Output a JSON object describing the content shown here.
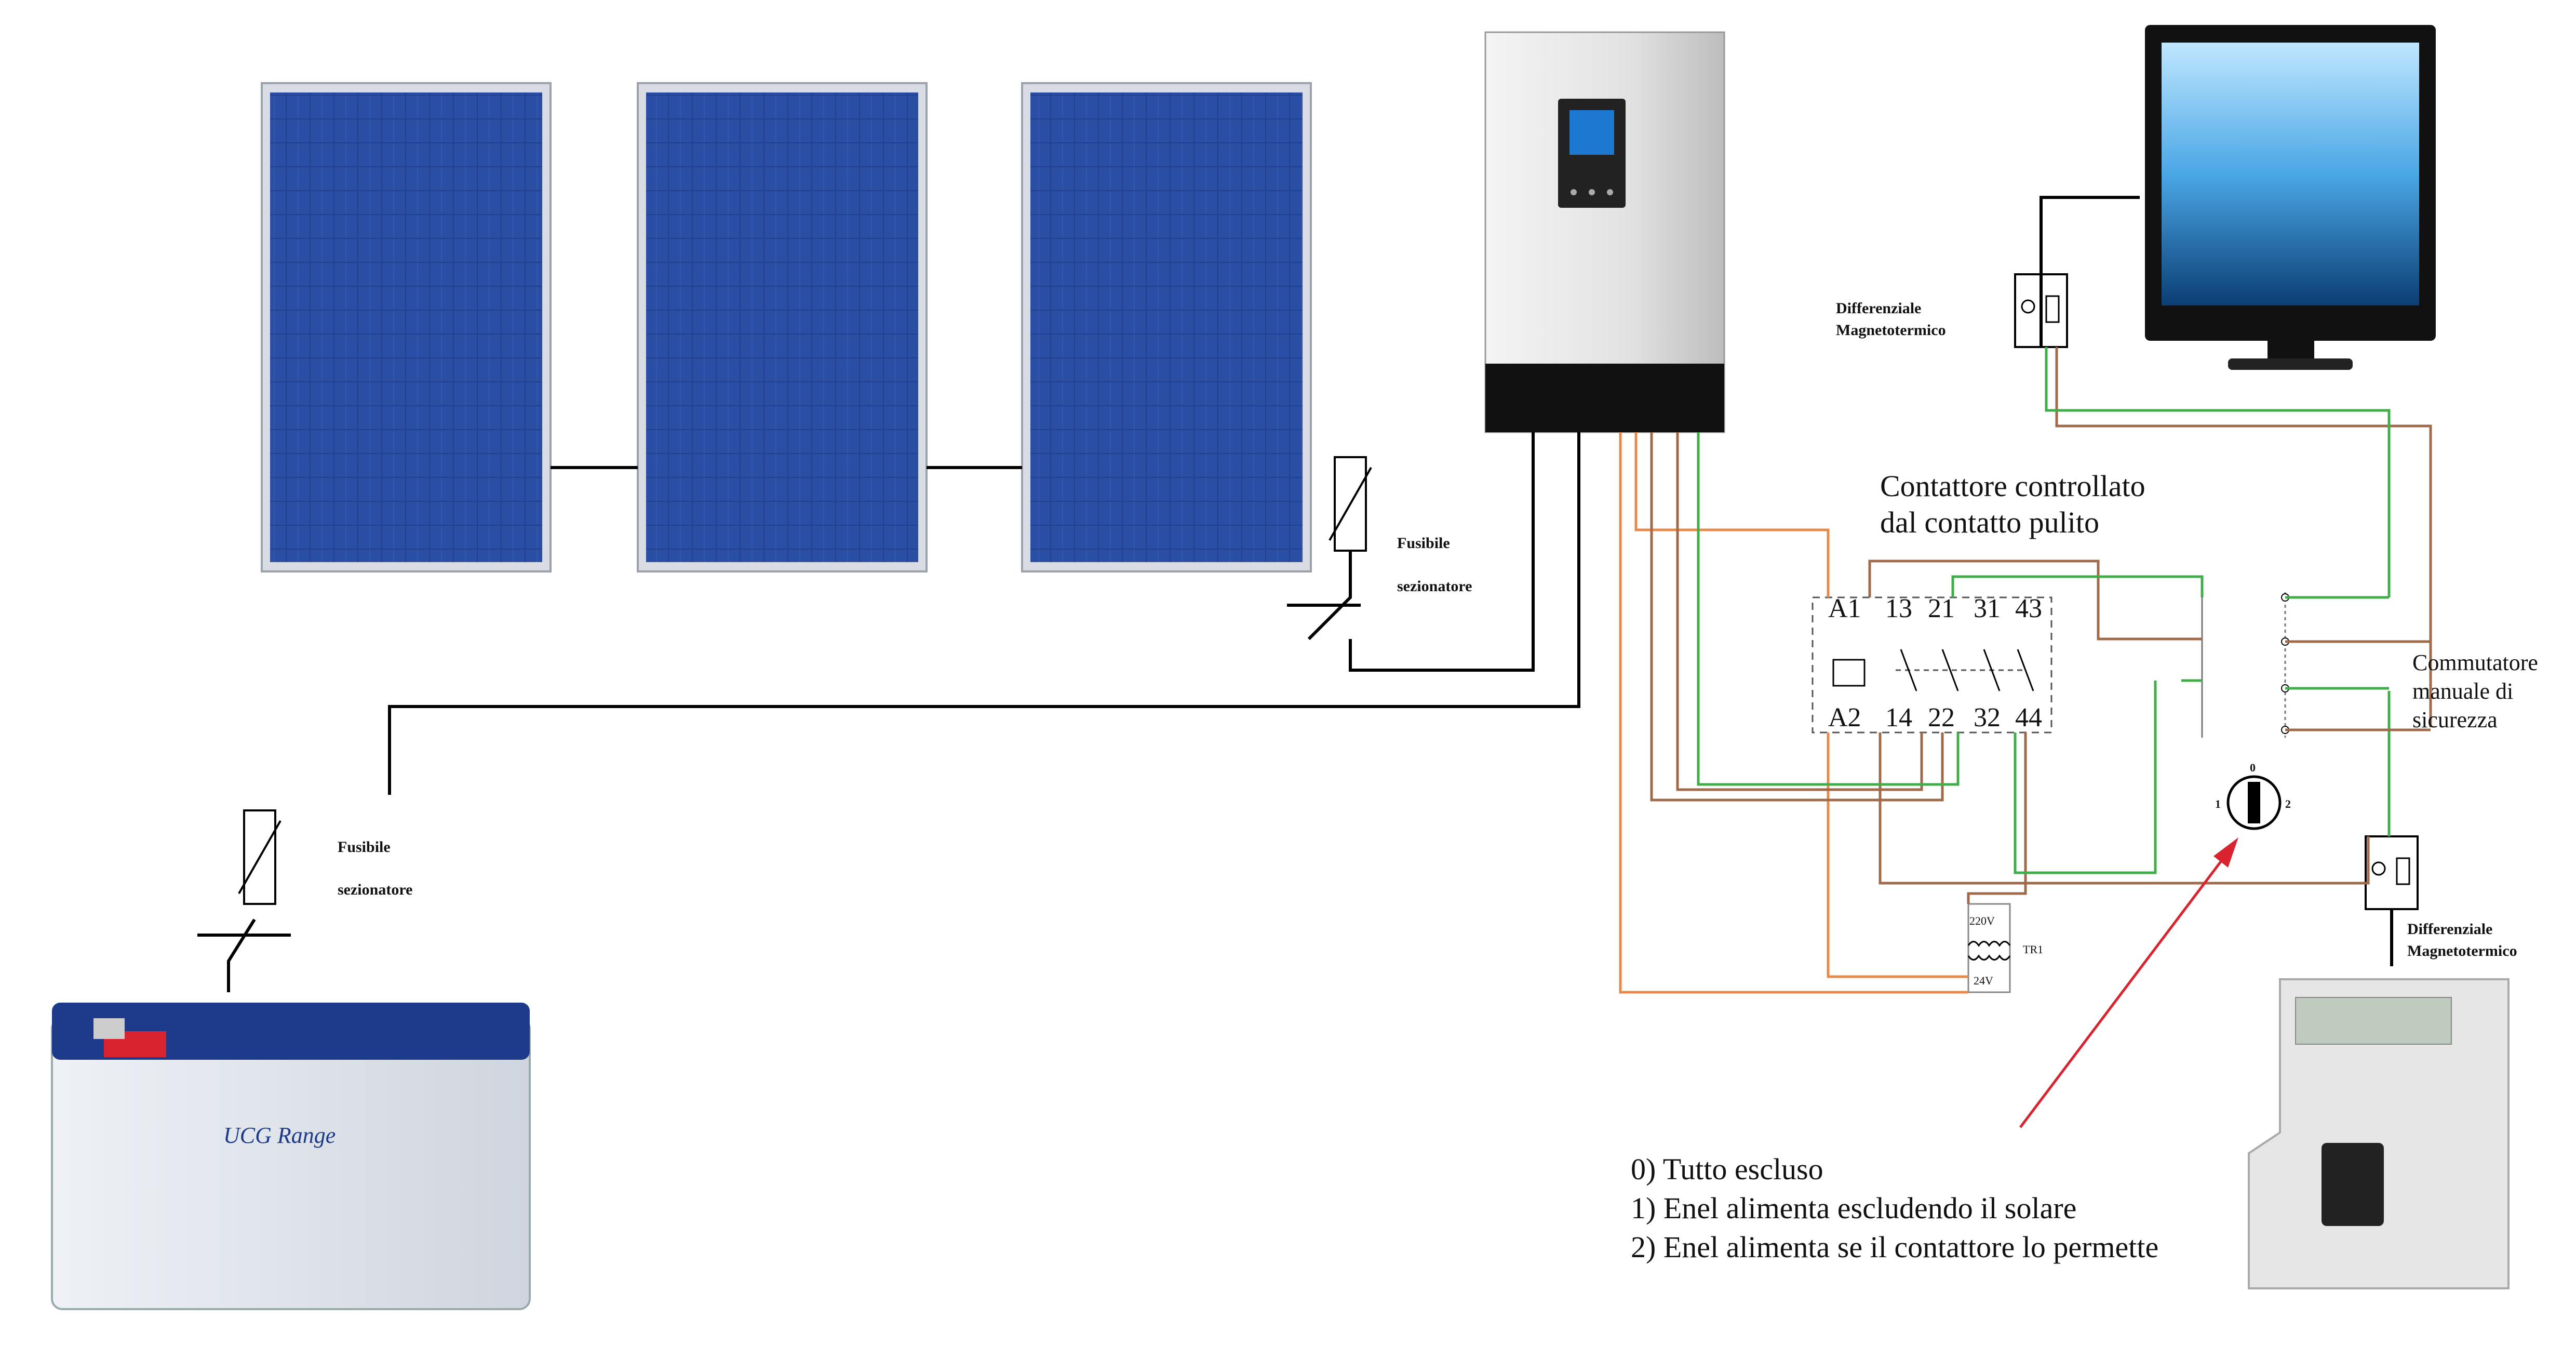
{
  "labels": {
    "fuse_top_1": "Fusibile",
    "fuse_top_2": "sezionatore",
    "fuse_bottom_1": "Fusibile",
    "fuse_bottom_2": "sezionatore",
    "diff_top_1": "Differenziale",
    "diff_top_2": "Magnetotermico",
    "diff_bottom_1": "Differenziale",
    "diff_bottom_2": "Magnetotermico",
    "contactor_1": "Contattore controllato",
    "contactor_2": "dal contatto pulito",
    "switch_1": "Commutatore",
    "switch_2": "manuale di",
    "switch_3": "sicurezza",
    "tr_220": "220V",
    "tr_24": "24V",
    "tr_name": "TR1",
    "sel_0": "0",
    "sel_1": "1",
    "sel_2": "2"
  },
  "contactor_terminals": {
    "top": [
      "A1",
      "13",
      "21",
      "31",
      "43"
    ],
    "bottom": [
      "A2",
      "14",
      "22",
      "32",
      "44"
    ]
  },
  "battery": {
    "brand": "UCG Range"
  },
  "legend": [
    "0) Tutto escluso",
    "1) Enel alimenta escludendo il solare",
    "2) Enel alimenta se il contattore lo permette"
  ],
  "colors": {
    "wire_black": "#000000",
    "wire_orange": "#e8894a",
    "wire_brown": "#a0694a",
    "wire_green": "#3fae49",
    "arrow_red": "#d9232e",
    "panel_blue": "#1e3a8a"
  }
}
